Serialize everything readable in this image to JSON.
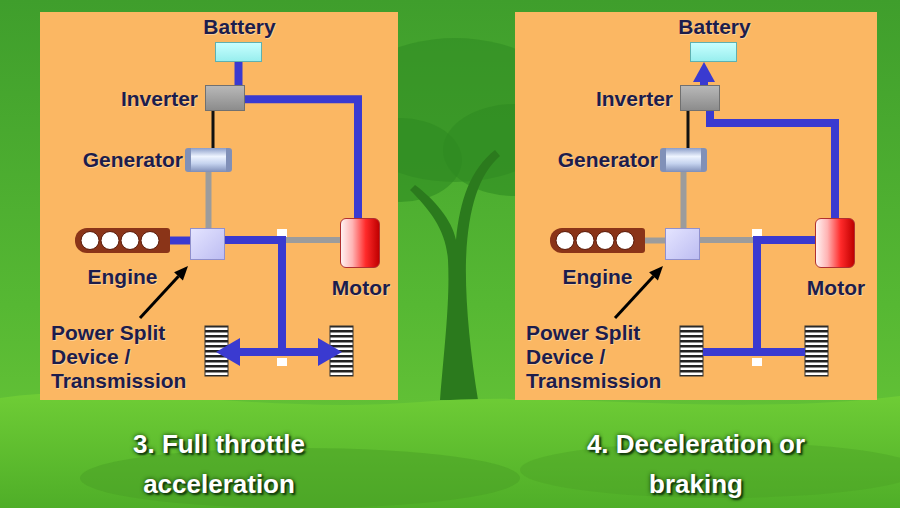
{
  "diagram": {
    "nodes": [
      {
        "text": [
          "3. Full throttle acceleration"
        ]
      },
      {
        "text": [
          "Battery"
        ],
        "in": 0
      },
      {
        "text": [
          "Inverter"
        ],
        "in": 0
      },
      {
        "text": [
          "Generator"
        ],
        "in": 0
      },
      {
        "text": [
          "Engine"
        ],
        "in": 0
      },
      {
        "text": [
          "Power Split Device / Transmission"
        ],
        "in": 0
      },
      {
        "text": [
          "Motor"
        ],
        "in": 0
      },
      {
        "text": [
          "4. Deceleration or braking"
        ]
      },
      {
        "text": [
          "Battery"
        ],
        "in": 7
      },
      {
        "text": [
          "Inverter"
        ],
        "in": 7
      },
      {
        "text": [
          "Generator"
        ],
        "in": 7
      },
      {
        "text": [
          "Engine"
        ],
        "in": 7
      },
      {
        "text": [
          "Power Split Device / Transmission"
        ],
        "in": 7
      },
      {
        "text": [
          "Motor"
        ],
        "in": 7
      }
    ],
    "edges": [
      {
        "from": 1,
        "to": 2,
        "arrow": "none"
      },
      {
        "from": 2,
        "to": 6,
        "arrow": "none"
      },
      {
        "from": 2,
        "to": 3,
        "arrow": "none"
      },
      {
        "from": 3,
        "to": 5,
        "arrow": "none"
      },
      {
        "from": 4,
        "to": 5,
        "arrow": "none"
      },
      {
        "from": 5,
        "to": 6,
        "arrow": "none"
      },
      {
        "from": 13,
        "to": 9,
        "arrow": "none"
      },
      {
        "from": 9,
        "to": 8,
        "arrow": "to"
      },
      {
        "from": 9,
        "to": 10,
        "arrow": "none"
      },
      {
        "from": 10,
        "to": 12,
        "arrow": "none"
      },
      {
        "from": 11,
        "to": 12,
        "arrow": "none"
      },
      {
        "from": 12,
        "to": 13,
        "arrow": "none"
      }
    ]
  }
}
